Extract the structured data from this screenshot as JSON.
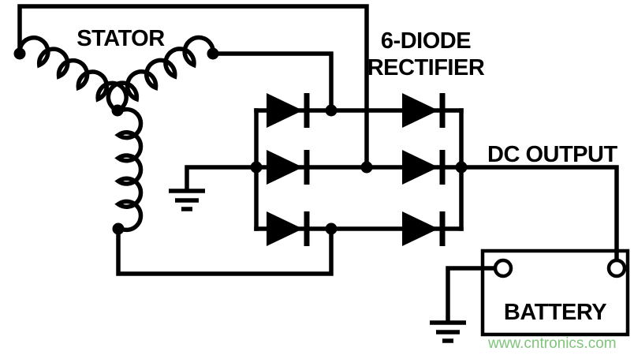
{
  "diagram": {
    "stator_label": "STATOR",
    "rectifier_label_line1": "6-DIODE",
    "rectifier_label_line2": "RECTIFIER",
    "dc_output_label": "DC OUTPUT",
    "battery_label": "BATTERY",
    "watermark": "www.cntronics.com",
    "colors": {
      "wire": "#000000",
      "background": "#ffffff",
      "watermark_green": "#7fc47a"
    }
  }
}
